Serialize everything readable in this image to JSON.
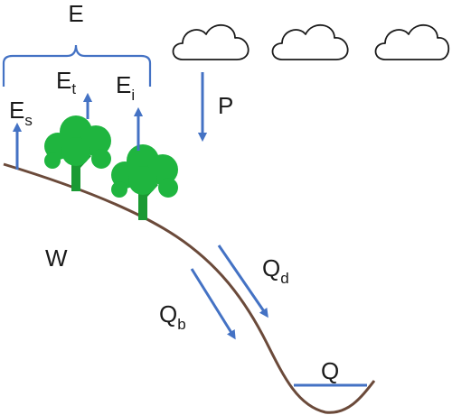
{
  "labels": {
    "evaporation_total": "E",
    "transpiration_main": "E",
    "transpiration_sub": "t",
    "interception_main": "E",
    "interception_sub": "i",
    "soil_evap_main": "E",
    "soil_evap_sub": "s",
    "precipitation": "P",
    "storage": "W",
    "direct_runoff_main": "Q",
    "direct_runoff_sub": "d",
    "baseflow_main": "Q",
    "baseflow_sub": "b",
    "streamflow": "Q"
  },
  "colors": {
    "arrow": "#4472c4",
    "bracket": "#4472c4",
    "water_line": "#4472c4",
    "ground": "#6b4a3a",
    "cloud_stroke": "#1a1a1a",
    "tree_foliage": "#1fb53f",
    "tree_trunk": "#1a9a33",
    "text": "#1a1a1a"
  },
  "icons": {
    "clouds": [
      "cloud-icon",
      "cloud-icon",
      "cloud-icon"
    ],
    "trees": [
      "tree-icon",
      "tree-icon"
    ]
  }
}
